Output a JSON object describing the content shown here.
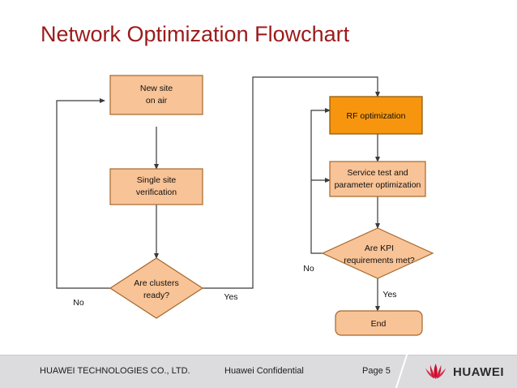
{
  "slide": {
    "title": "Network Optimization Flowchart"
  },
  "colors": {
    "title": "#9B1B1B",
    "node_fill": "#F8C396",
    "node_stroke": "#A5672A",
    "highlight_fill": "#F7960E",
    "highlight_stroke": "#8A5400",
    "connector": "#3A3A3A",
    "footer_bg": "#DCDCDE",
    "logo_red": "#CF0A2C"
  },
  "flowchart": {
    "type": "flowchart",
    "nodes": [
      {
        "id": "new-site",
        "shape": "rect",
        "label_lines": [
          "New site",
          "on air"
        ],
        "style": "normal"
      },
      {
        "id": "single-site",
        "shape": "rect",
        "label_lines": [
          "Single site",
          "verification"
        ],
        "style": "normal"
      },
      {
        "id": "clusters",
        "shape": "diamond",
        "label_lines": [
          "Are clusters",
          "ready?"
        ],
        "style": "normal"
      },
      {
        "id": "rf-opt",
        "shape": "rect",
        "label_lines": [
          "RF optimization"
        ],
        "style": "highlight"
      },
      {
        "id": "service-test",
        "shape": "rect",
        "label_lines": [
          "Service test and",
          "parameter optimization"
        ],
        "style": "normal"
      },
      {
        "id": "kpi",
        "shape": "diamond",
        "label_lines": [
          "Are KPI",
          "requirements met?"
        ],
        "style": "normal"
      },
      {
        "id": "end",
        "shape": "rounded-rect",
        "label_lines": [
          "End"
        ],
        "style": "normal"
      }
    ],
    "edges": [
      {
        "from": "new-site",
        "to": "single-site",
        "label": ""
      },
      {
        "from": "single-site",
        "to": "clusters",
        "label": ""
      },
      {
        "from": "clusters",
        "to": "new-site",
        "label": "No"
      },
      {
        "from": "clusters",
        "to": "rf-opt",
        "label": "Yes"
      },
      {
        "from": "rf-opt",
        "to": "service-test",
        "label": ""
      },
      {
        "from": "service-test",
        "to": "kpi",
        "label": ""
      },
      {
        "from": "kpi",
        "to": "rf-opt",
        "label": "No"
      },
      {
        "from": "kpi",
        "to": "service-test",
        "label": ""
      },
      {
        "from": "kpi",
        "to": "end",
        "label": "Yes"
      }
    ],
    "labels": {
      "clusters_no": "No",
      "clusters_yes": "Yes",
      "kpi_no": "No",
      "kpi_yes": "Yes"
    }
  },
  "footer": {
    "company": "HUAWEI TECHNOLOGIES CO., LTD.",
    "confidential": "Huawei Confidential",
    "page": "Page 5",
    "logo_word": "HUAWEI"
  }
}
